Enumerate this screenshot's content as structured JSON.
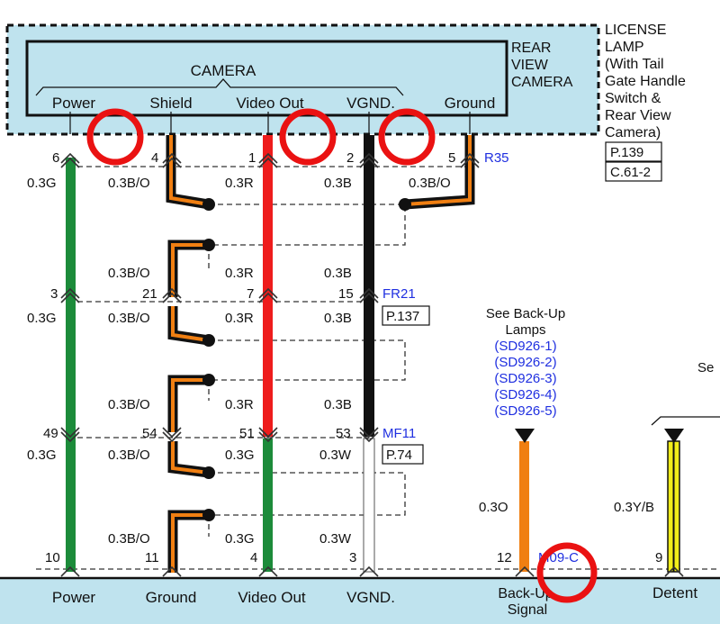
{
  "colors": {
    "connector_fill": "#bfe3ee",
    "green": "#1c8b3a",
    "black": "#111111",
    "red": "#ee1c1c",
    "orange": "#f07f12",
    "yellow": "#f2ee1a",
    "highlight": "#ea1212",
    "link_blue": "#1f2fe0"
  },
  "top_connector": {
    "camera_label": "CAMERA",
    "rear_view_camera": [
      "REAR",
      "VIEW",
      "CAMERA"
    ],
    "pin_labels": [
      "Power",
      "Shield",
      "Video Out",
      "VGND.",
      "Ground"
    ],
    "license_lamp": [
      "LICENSE",
      "LAMP",
      "(With Tail",
      "Gate Handle",
      "Switch &",
      "Rear View",
      "Camera)"
    ],
    "page_ref": "P.139",
    "connector_ref": "C.61-2"
  },
  "connectors": [
    {
      "name": "R35"
    },
    {
      "name": "FR21",
      "page": "P.137"
    },
    {
      "name": "MF11",
      "page": "P.74"
    },
    {
      "name": "M09-C"
    }
  ],
  "row1": {
    "pins": [
      "6",
      "4",
      "1",
      "2",
      "5"
    ],
    "wires": [
      "0.3G",
      "0.3B/O",
      "0.3R",
      "0.3B",
      "0.3B/O"
    ]
  },
  "row2_above": {
    "wires": [
      "0.3B/O",
      "0.3R",
      "0.3B"
    ]
  },
  "row2": {
    "pins": [
      "3",
      "21",
      "7",
      "15"
    ],
    "wires": [
      "0.3G",
      "0.3B/O",
      "0.3R",
      "0.3B"
    ]
  },
  "row3_above": {
    "wires": [
      "0.3B/O",
      "0.3R",
      "0.3B"
    ]
  },
  "row3": {
    "pins": [
      "49",
      "54",
      "51",
      "53"
    ],
    "wires": [
      "0.3G",
      "0.3B/O",
      "0.3G",
      "0.3W"
    ]
  },
  "row4_above": {
    "wires": [
      "0.3B/O",
      "0.3G",
      "0.3W"
    ]
  },
  "bottom": {
    "pins": [
      "10",
      "11",
      "4",
      "3",
      "12",
      "9"
    ],
    "labels": [
      "Power",
      "Ground",
      "Video Out",
      "VGND.",
      "Back-Up",
      "Signal",
      "Detent"
    ]
  },
  "backup": {
    "see": [
      "See Back-Up",
      "Lamps"
    ],
    "refs": [
      "(SD926-1)",
      "(SD926-2)",
      "(SD926-3)",
      "(SD926-4)",
      "(SD926-5)"
    ],
    "wire": "0.3O",
    "cut_label": "Se"
  },
  "detent": {
    "wire": "0.3Y/B"
  }
}
